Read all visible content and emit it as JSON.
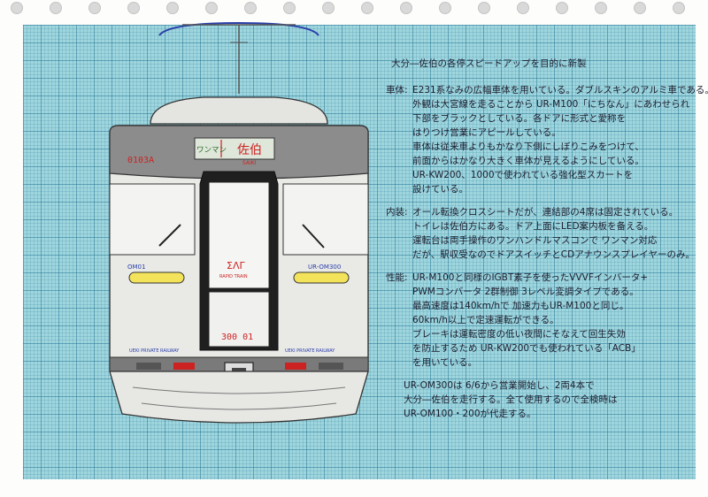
{
  "train": {
    "destination_kana": "ワンマン",
    "destination_kanji": "佐伯",
    "destination_romaji": "SAIKI",
    "number_left": "0103A",
    "logo": "ΣΛΓ",
    "brand": "RAPID TRAIN",
    "car_left": "OM01",
    "car_right": "UR-OM300",
    "front_number": "300 01",
    "railway_left": "UEKI PRIVATE RAILWAY",
    "railway_right": "UEKI PRIVATE RAILWAY",
    "body_color": "#e9e9e6",
    "roof_color": "#8c8c8c",
    "accent_color": "#cc2222",
    "light_color": "#f3e35a"
  },
  "notes": {
    "title": "大分―佐伯の各停スピードアップを目的に新製",
    "sections": [
      {
        "label": "車体:",
        "lines": [
          "E231系なみの広幅車体を用いている。ダブルスキンのアルミ車である。",
          "外観は大宮線を走ることから UR-M100「にちなん」にあわせられ",
          "下部をブラックとしている。各ドアに形式と愛称を",
          "はりつけ営業にアピールしている。",
          "車体は従来車よりもかなり下側にしぼりこみをつけて、",
          "前面からはかなり大きく車体が見えるようにしている。",
          "UR-KW200、1000で使われている強化型スカートを",
          "設けている。"
        ]
      },
      {
        "label": "内装:",
        "lines": [
          "オール転換クロスシートだが、連結部の4席は固定されている。",
          "トイレは佐伯方にある。ドア上面にLED案内板を备える。",
          "運転台は両手操作のワンハンドルマスコンで ワンマン対応",
          "だが、駅収受なのでドアスイッチとCDアナウンスプレイヤーのみ。"
        ]
      },
      {
        "label": "性能:",
        "lines": [
          "UR-M100と同様のIGBT素子を使ったVVVFインバータ+",
          "PWMコンバータ 2群制御 3レベル変調タイプである。",
          "最高速度は140km/hで 加速力もUR-M100と同じ。",
          "60km/h以上で定速運転ができる。",
          "ブレーキは運転密度の低い夜間にそなえて回生失効",
          "を防止するため UR-KW200でも使われている「ACB」",
          "を用いている。"
        ]
      }
    ],
    "operation": [
      "UR-OM300は 6/6から営業開始し、2両4本で",
      "大分―佐伯を走行する。全て使用するので全検時は",
      "UR-OM100・200が代走する。"
    ]
  }
}
